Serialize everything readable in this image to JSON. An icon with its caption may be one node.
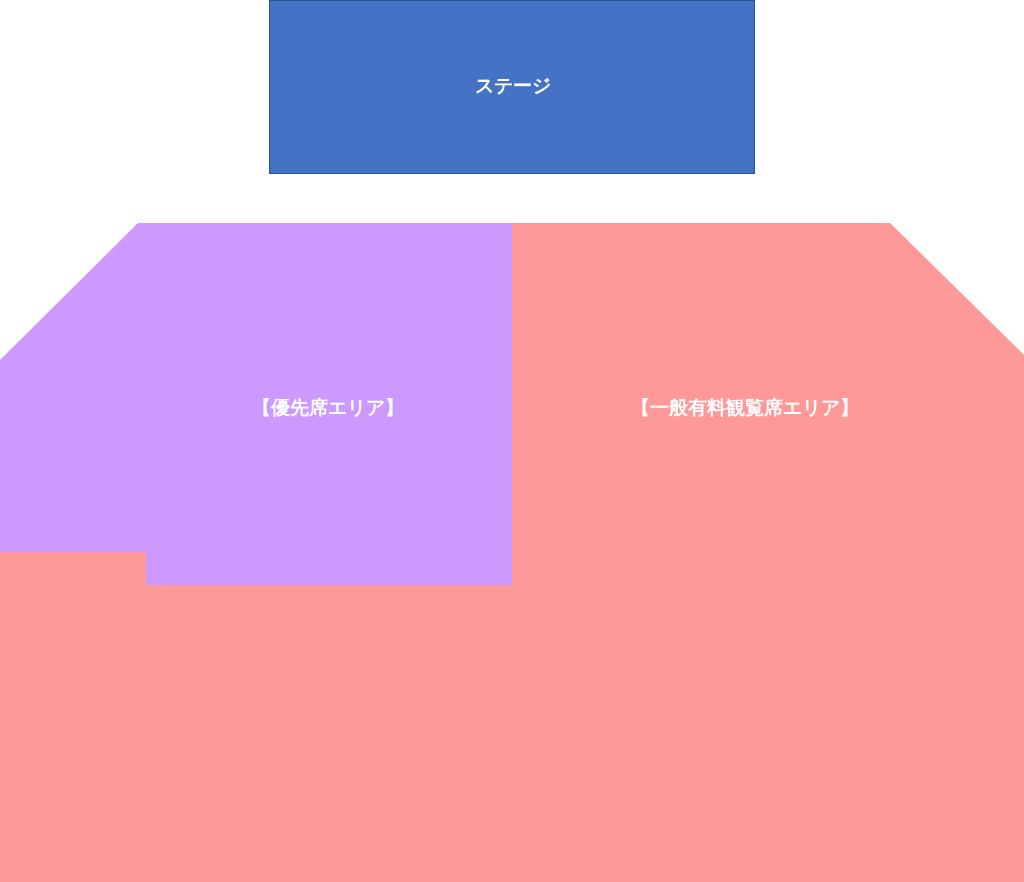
{
  "diagram": {
    "nodes": [
      {
        "text": [
          "ステージ"
        ]
      },
      {
        "text": [
          "【優先席エリア】"
        ]
      },
      {
        "text": [
          "【一般有料観覧席エリア】"
        ]
      }
    ]
  }
}
